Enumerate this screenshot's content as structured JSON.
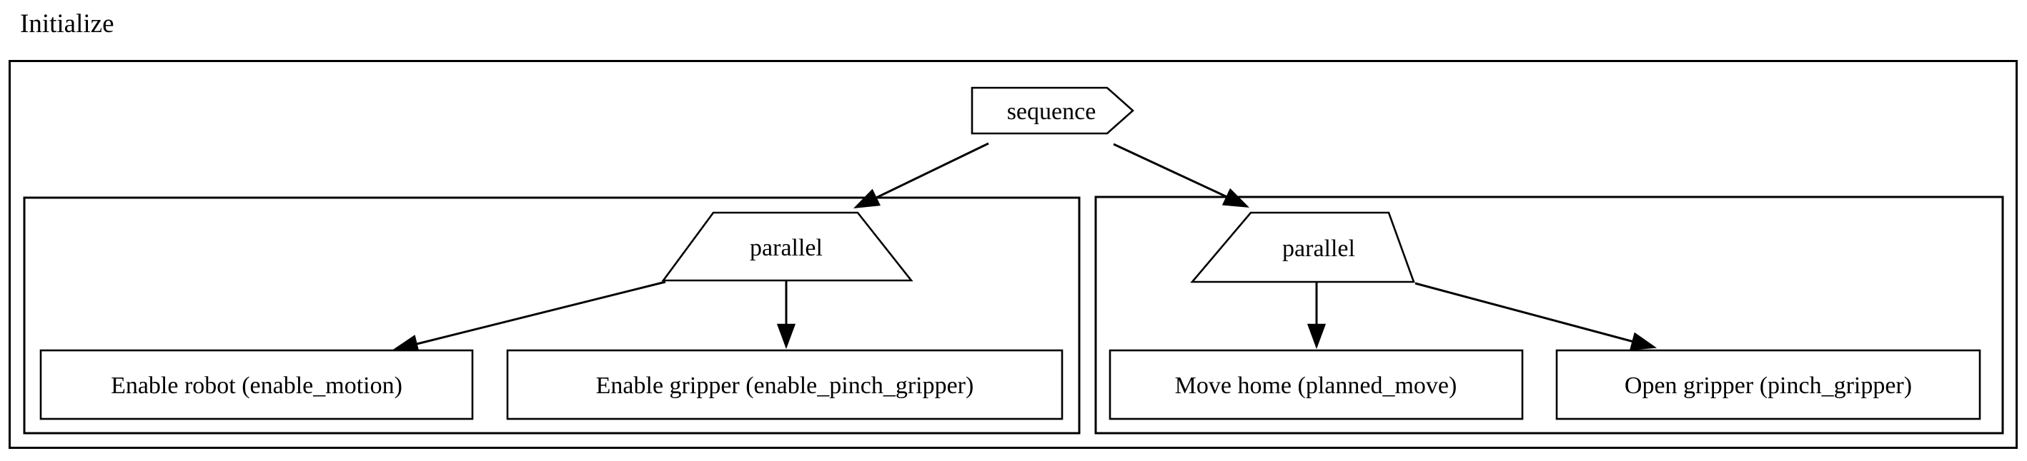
{
  "title": "Initialize",
  "diagram": {
    "type": "behavior-tree",
    "direction": "top-down",
    "colors": {
      "stroke": "#000000",
      "background": "#ffffff",
      "node_fill": "#ffffff",
      "text": "#000000"
    },
    "clusters": [
      {
        "id": "root",
        "label": "Initialize",
        "contains": [
          "sequence",
          "left-subtree",
          "right-subtree"
        ]
      },
      {
        "id": "left-subtree",
        "label": "",
        "contains": [
          "parallel_left",
          "enable_robot",
          "enable_gripper"
        ]
      },
      {
        "id": "right-subtree",
        "label": "",
        "contains": [
          "parallel_right",
          "move_home",
          "open_gripper"
        ]
      }
    ],
    "nodes": {
      "sequence": {
        "label": "sequence",
        "shape": "cds-arrow"
      },
      "parallel_left": {
        "label": "parallel",
        "shape": "trapezium"
      },
      "parallel_right": {
        "label": "parallel",
        "shape": "trapezium"
      },
      "enable_robot": {
        "label": "Enable robot (enable_motion)",
        "shape": "box"
      },
      "enable_gripper": {
        "label": "Enable gripper (enable_pinch_gripper)",
        "shape": "box"
      },
      "move_home": {
        "label": "Move home (planned_move)",
        "shape": "box"
      },
      "open_gripper": {
        "label": "Open gripper (pinch_gripper)",
        "shape": "box"
      }
    },
    "edges": [
      {
        "from": "sequence",
        "to": "parallel_left"
      },
      {
        "from": "sequence",
        "to": "parallel_right"
      },
      {
        "from": "parallel_left",
        "to": "enable_robot"
      },
      {
        "from": "parallel_left",
        "to": "enable_gripper"
      },
      {
        "from": "parallel_right",
        "to": "move_home"
      },
      {
        "from": "parallel_right",
        "to": "open_gripper"
      }
    ]
  }
}
